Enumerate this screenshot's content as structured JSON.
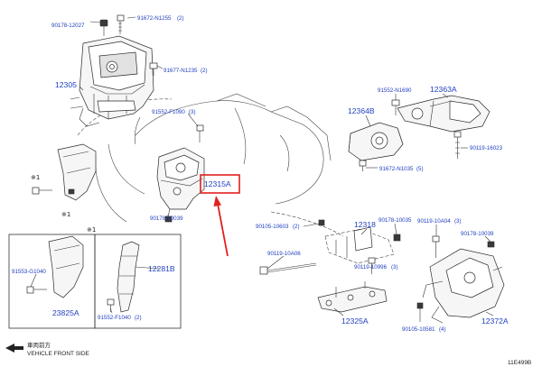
{
  "labels": {
    "p90178_12027": "90178-12027",
    "p91672_N1255": "91672-N1255",
    "p91672_N1255_qty": "(2)",
    "p91677_N1235": "91677-N1235",
    "p91677_N1235_qty": "(2)",
    "p12305": "12305",
    "p91552_F1090": "91552-F1090",
    "p91552_F1090_qty": "(3)",
    "p12315A": "12315A",
    "p90178_10039_a": "90178-10039",
    "p91552_N1690": "91552-N1690",
    "p12363A": "12363A",
    "p12364B": "12364B",
    "p90119_16023": "90119-16023",
    "p91672_N1035": "91672-N1035",
    "p91672_N1035_qty": "(5)",
    "p90105_10603": "90105-10603",
    "p90105_10603_qty": "(2)",
    "p12318": "12318",
    "p90178_10035": "90178-10035",
    "p90119_10A04": "90119-10A04",
    "p90119_10A04_qty": "(3)",
    "p90178_10039_b": "90178-10039",
    "p90119_10A06": "90119-10A06",
    "p90119_10996": "90119-10996",
    "p90119_10996_qty": "(3)",
    "p12325A": "12325A",
    "p90105_10581": "90105-10581",
    "p90105_10581_qty": "(4)",
    "p12372A": "12372A",
    "p91553_G1040": "91553-G1040",
    "p12281B": "12281B",
    "p23825A": "23825A",
    "p91552_F1040": "91552-F1040",
    "p91552_F1040_qty": "(2)"
  },
  "notes": {
    "mark1": "※1",
    "mark2": "※1",
    "mark_box": "※1",
    "front_jp": "車両前方",
    "front_en": "VEHICLE FRONT SIDE",
    "figure_id": "11E499B"
  },
  "colors": {
    "label": "#1f3fbf",
    "highlight": "#e0201e",
    "line": "#333333"
  },
  "icons": {
    "front_arrow": "arrow-left-icon"
  }
}
